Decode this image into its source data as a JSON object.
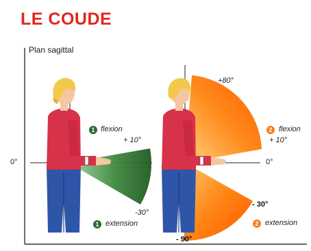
{
  "title": "LE COUDE",
  "plan_label": "Plan sagittal",
  "colors": {
    "title": "#e3261c",
    "green": "#2a6b2d",
    "green_light": "#8fc48c",
    "orange": "#ff6a00",
    "orange_light": "#ffb13d",
    "sweater": "#d8314a",
    "pants": "#2f55a8",
    "hair": "#f2c94c",
    "skin": "#f4c7a1"
  },
  "left_figure": {
    "flexion": {
      "number": "1",
      "label": "flexion",
      "angle": "+ 10°"
    },
    "extension": {
      "number": "1",
      "label": "extension",
      "angle": "-30°"
    },
    "zero": "0°"
  },
  "right_figure": {
    "flexion": {
      "number": "2",
      "label": "flexion",
      "angle": "+ 10°"
    },
    "extension": {
      "number": "2",
      "label": "extension",
      "angle": "- 30°"
    },
    "max_flexion": "+80°",
    "max_extension": "- 90°",
    "zero": "0°"
  },
  "icons": [
    "woman-figure-icon",
    "woman-figure-icon"
  ]
}
